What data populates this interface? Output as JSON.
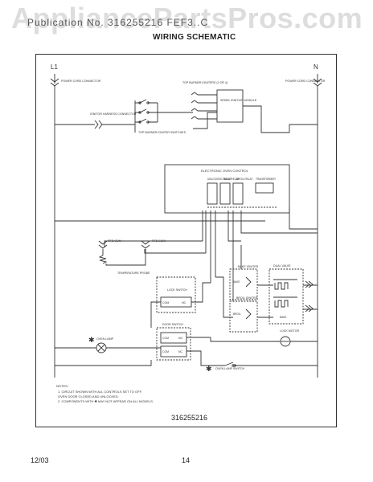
{
  "watermark": "AppliancePartsPros.com",
  "header": {
    "model_line": "Publication No. 316255216   FEF3..C",
    "title": "WIRING SCHEMATIC"
  },
  "rails": {
    "left": "L1",
    "right": "N"
  },
  "labels": {
    "power_cord_left": "POWER CORD CONNECTOR",
    "power_cord_right": "POWER CORD CONNECTOR",
    "ignitor_harness": "IGNITOR HARNESS CONNECTOR",
    "top_burner_switches": "TOP BURNER IGNITER SWITCHES",
    "top_burner_igniters": "TOP BURNER IGNITERS (3 OR 4)",
    "spark_module": "SPARK IGNITION MODULE",
    "eoc": "ELECTRONIC OVEN CONTROL",
    "eoc_relays": [
      "UNLOCKING RELAY",
      "BAKE RELAY",
      "BROIL RELAY",
      "TRANSFORMER"
    ],
    "temp_probe": "TEMPERATURE PROBE",
    "rtd_com": "RTD COM",
    "rtd_sig": "RTD SIGN",
    "lock_switch": "LOCK SWITCH",
    "door_switch": "DOOR SWITCH",
    "oven_lamp": "OVEN LAMP",
    "oven_lamp_switch": "OVEN LAMP SWITCH",
    "bake_igniter": "BAKE IGNITER",
    "broil_igniter": "BROIL IGNITER",
    "dual_valve": "DUAL VALVE",
    "lock_motor": "LOCK MOTOR",
    "com": "COM",
    "nc": "NC",
    "no": "NO",
    "bake": "BAKE",
    "broil": "BROIL"
  },
  "notes": {
    "heading": "NOTES:",
    "lines": [
      "1.  CIRCUIT SHOWN WITH ALL CONTROLS SET TO OFF,",
      "     OVEN DOOR CLOSED AND UNLOCKED.",
      "2.  COMPONENTS WITH  ✱  MAY NOT APPEAR ON ALL MODELS."
    ]
  },
  "star": "✱",
  "part_number": "316255216",
  "footer": {
    "date": "12/03",
    "page": "14"
  }
}
